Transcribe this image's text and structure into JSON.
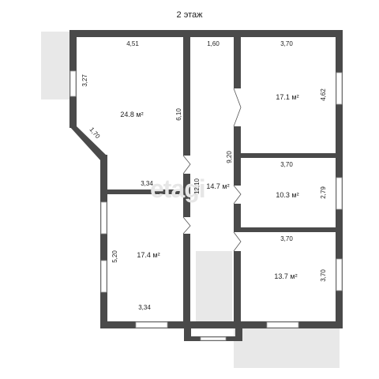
{
  "plan": {
    "floor_title": "2 этаж",
    "watermark": "etagi",
    "rooms": [
      {
        "id": "room-nw",
        "area": "24.8 м²"
      },
      {
        "id": "room-sw",
        "area": "17.4 м²"
      },
      {
        "id": "corridor",
        "area": "14.7 м²"
      },
      {
        "id": "room-ne",
        "area": "17.1 м²"
      },
      {
        "id": "room-e-mid",
        "area": "10.3 м²"
      },
      {
        "id": "room-se",
        "area": "13.7 м²"
      }
    ],
    "dimensions": {
      "nw_top": "4,51",
      "corridor_top": "1,60",
      "ne_top": "3,70",
      "nw_left": "3,27",
      "nw_diag": "1,70",
      "nw_right": "6,10",
      "nw_bottom": "3,34",
      "corridor_len": "12,10",
      "ne_height": "9,20",
      "ne_right": "4,62",
      "mid_top": "3,70",
      "mid_right": "2,79",
      "se_top": "3,70",
      "se_right": "3,70",
      "sw_left": "5,20",
      "sw_bottom": "3,34"
    }
  }
}
